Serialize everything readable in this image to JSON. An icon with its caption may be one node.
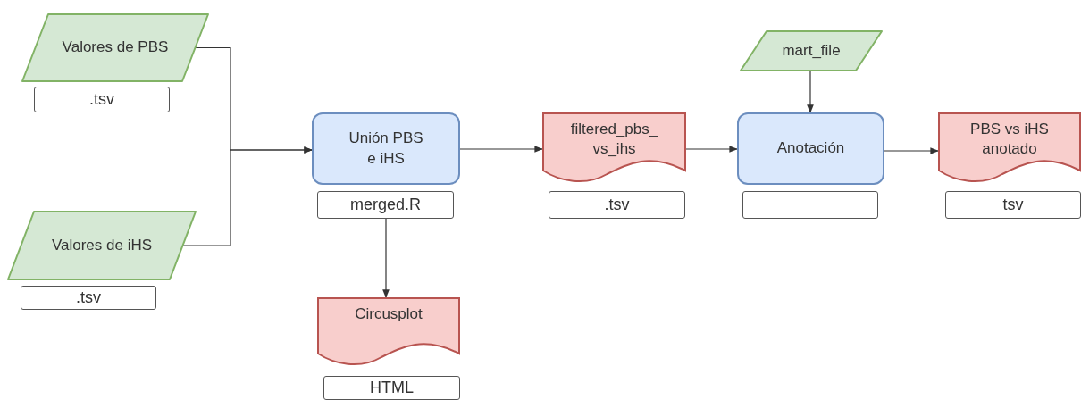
{
  "diagram": {
    "nodes": [
      {
        "text": [
          "Valores de PBS"
        ]
      },
      {
        "text": [
          ".tsv"
        ]
      },
      {
        "text": [
          "Valores de iHS"
        ]
      },
      {
        "text": [
          ".tsv"
        ]
      },
      {
        "text": [
          "Unión PBS e iHS"
        ]
      },
      {
        "text": [
          "merged.R"
        ]
      },
      {
        "text": [
          "Circusplot"
        ]
      },
      {
        "text": [
          "HTML"
        ]
      },
      {
        "text": [
          "filtered_pbs_ vs_ihs"
        ]
      },
      {
        "text": [
          ".tsv"
        ]
      },
      {
        "text": [
          "mart_file"
        ]
      },
      {
        "text": [
          "Anotación"
        ]
      },
      {
        "text": [],
        "shape": "box"
      },
      {
        "text": [
          "PBS vs iHS anotado"
        ]
      },
      {
        "text": [
          "tsv"
        ]
      }
    ],
    "edges": [
      {
        "from": 0,
        "to": 4,
        "arrow": "to"
      },
      {
        "from": 2,
        "to": 4,
        "arrow": "to"
      },
      {
        "from": 4,
        "to": 8,
        "arrow": "to"
      },
      {
        "from": 5,
        "to": 6,
        "arrow": "to"
      },
      {
        "from": 8,
        "to": 11,
        "arrow": "to"
      },
      {
        "from": 10,
        "to": 11,
        "arrow": "to"
      },
      {
        "from": 11,
        "to": 13,
        "arrow": "to"
      }
    ]
  }
}
